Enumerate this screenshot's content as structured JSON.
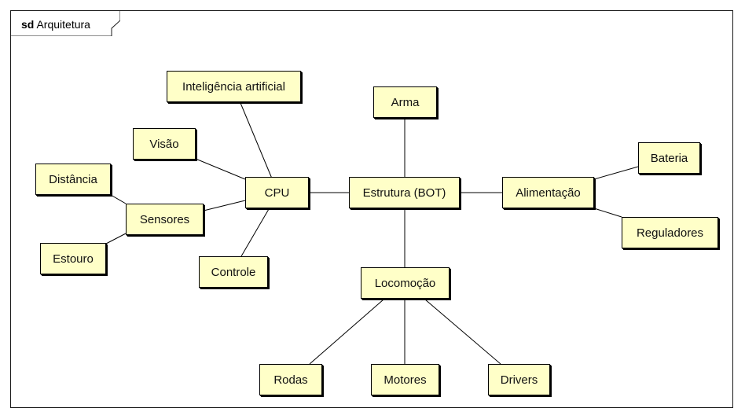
{
  "frame": {
    "keyword": "sd",
    "title": "Arquitetura"
  },
  "nodes": {
    "ia": "Inteligência artificial",
    "arma": "Arma",
    "visao": "Visão",
    "bateria": "Bateria",
    "distancia": "Distância",
    "cpu": "CPU",
    "estrutura": "Estrutura (BOT)",
    "alimentacao": "Alimentação",
    "sensores": "Sensores",
    "reguladores": "Reguladores",
    "estouro": "Estouro",
    "controle": "Controle",
    "locomocao": "Locomoção",
    "rodas": "Rodas",
    "motores": "Motores",
    "drivers": "Drivers"
  },
  "colors": {
    "node_fill": "#ffffc8",
    "line": "#000000"
  }
}
